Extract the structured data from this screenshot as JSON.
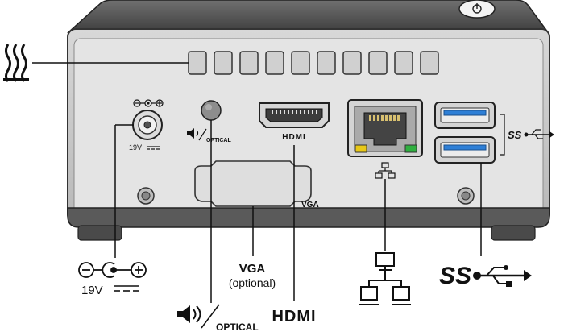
{
  "labels": {
    "dc_small_voltage": "19V",
    "optical_small": "OPTICAL",
    "hdmi_small": "HDMI",
    "vga_small": "VGA",
    "dc_voltage": "19V",
    "vga_title": "VGA",
    "vga_subtitle": "(optional)",
    "hdmi": "HDMI",
    "optical": "OPTICAL"
  },
  "icons": {
    "heat": "heat-vent-icon",
    "dc_polarity": "dc-polarity-icon",
    "audio": "speaker-icon",
    "network": "network-icon",
    "usb": "usb-superspeed-icon"
  },
  "colors": {
    "chassis_top": "#555555",
    "chassis_body": "#c8c8c8",
    "panel": "#e6e6e6",
    "usb_blue": "#2e7fd6",
    "led_yellow": "#e8c817",
    "led_green": "#2fb040"
  }
}
